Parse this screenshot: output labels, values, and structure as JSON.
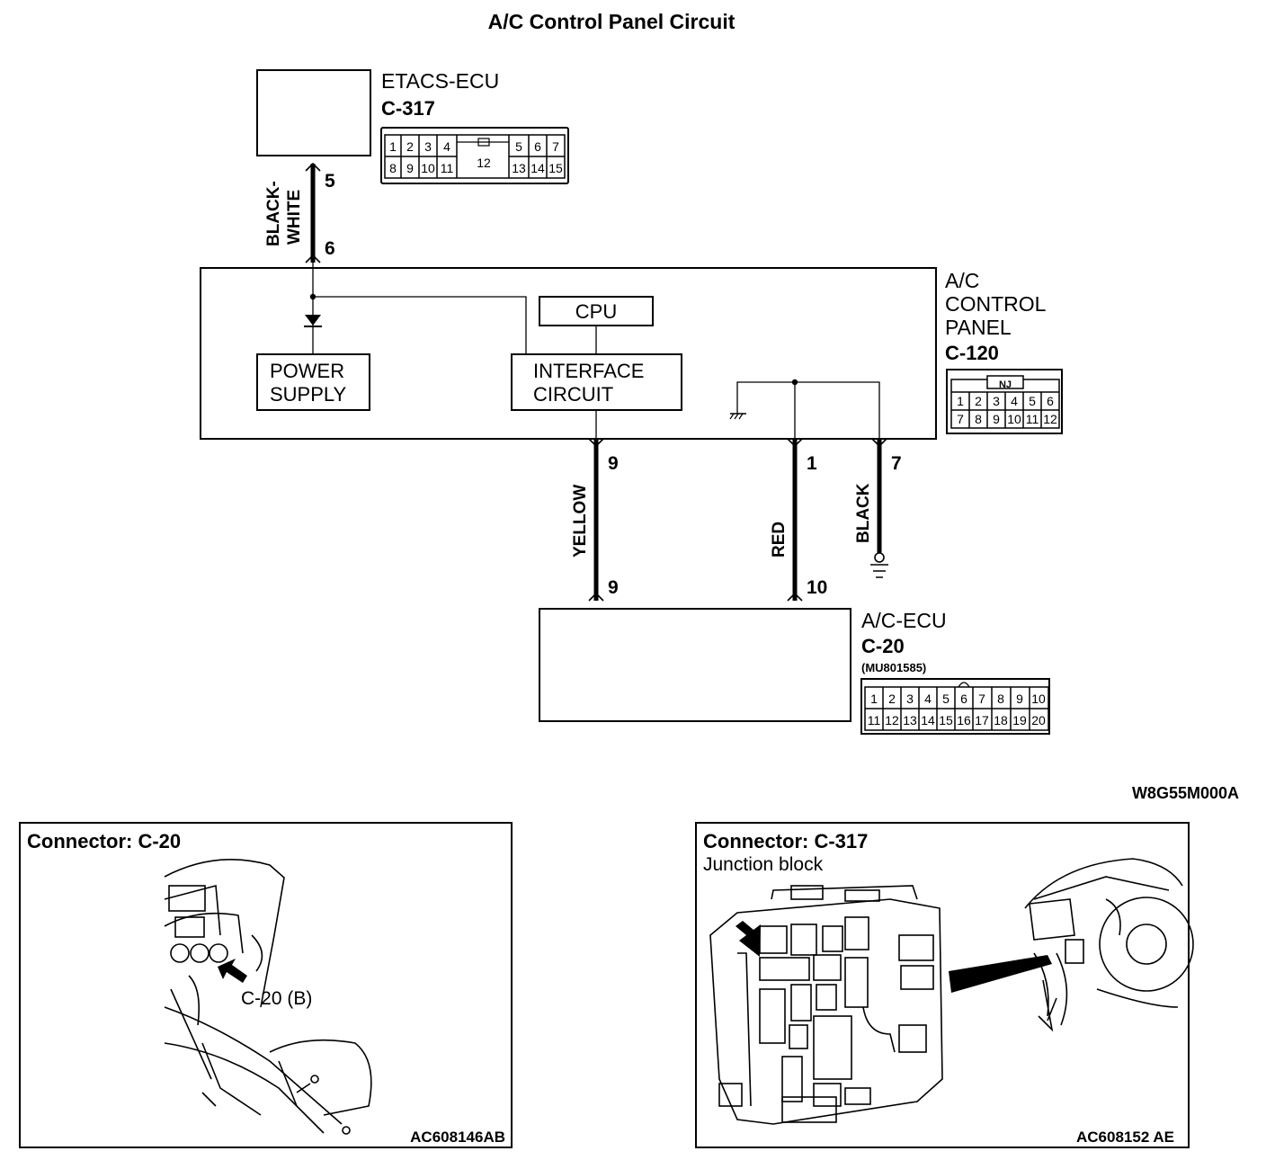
{
  "title": "A/C Control Panel Circuit",
  "etacs": {
    "name": "ETACS-ECU",
    "connector": "C-317",
    "pins_top": [
      "1",
      "2",
      "3",
      "4",
      "5",
      "6",
      "7"
    ],
    "pins_bottom": [
      "8",
      "9",
      "10",
      "11",
      "13",
      "14",
      "15"
    ],
    "pin_center": "12",
    "pin_out": "5"
  },
  "wire_bw": {
    "color_top": "BLACK-",
    "color_bottom": "WHITE",
    "pin_in": "6"
  },
  "panel": {
    "name_line1": "A/C",
    "name_line2": "CONTROL",
    "name_line3": "PANEL",
    "connector": "C-120",
    "connector_tag": "NJ",
    "pins_top": [
      "1",
      "2",
      "3",
      "4",
      "5",
      "6"
    ],
    "pins_bottom": [
      "7",
      "8",
      "9",
      "10",
      "11",
      "12"
    ],
    "power_line1": "POWER",
    "power_line2": "SUPPLY",
    "cpu": "CPU",
    "interface_line1": "INTERFACE",
    "interface_line2": "CIRCUIT"
  },
  "wires": {
    "yellow": {
      "color": "YELLOW",
      "pin_top": "9",
      "pin_bottom": "9"
    },
    "red": {
      "color": "RED",
      "pin_top": "1",
      "pin_bottom": "10"
    },
    "black": {
      "color": "BLACK",
      "pin_top": "7"
    }
  },
  "acecu": {
    "name": "A/C-ECU",
    "connector": "C-20",
    "part": "(MU801585)",
    "pins_top": [
      "1",
      "2",
      "3",
      "4",
      "5",
      "6",
      "7",
      "8",
      "9",
      "10"
    ],
    "pins_bottom": [
      "11",
      "12",
      "13",
      "14",
      "15",
      "16",
      "17",
      "18",
      "19",
      "20"
    ]
  },
  "diagram_code": "W8G55M000A",
  "panel_c20": {
    "title": "Connector: C-20",
    "callout": "C-20 (B)",
    "code": "AC608146AB"
  },
  "panel_c317": {
    "title": "Connector: C-317",
    "subtitle": "Junction block",
    "code": "AC608152 AE"
  }
}
